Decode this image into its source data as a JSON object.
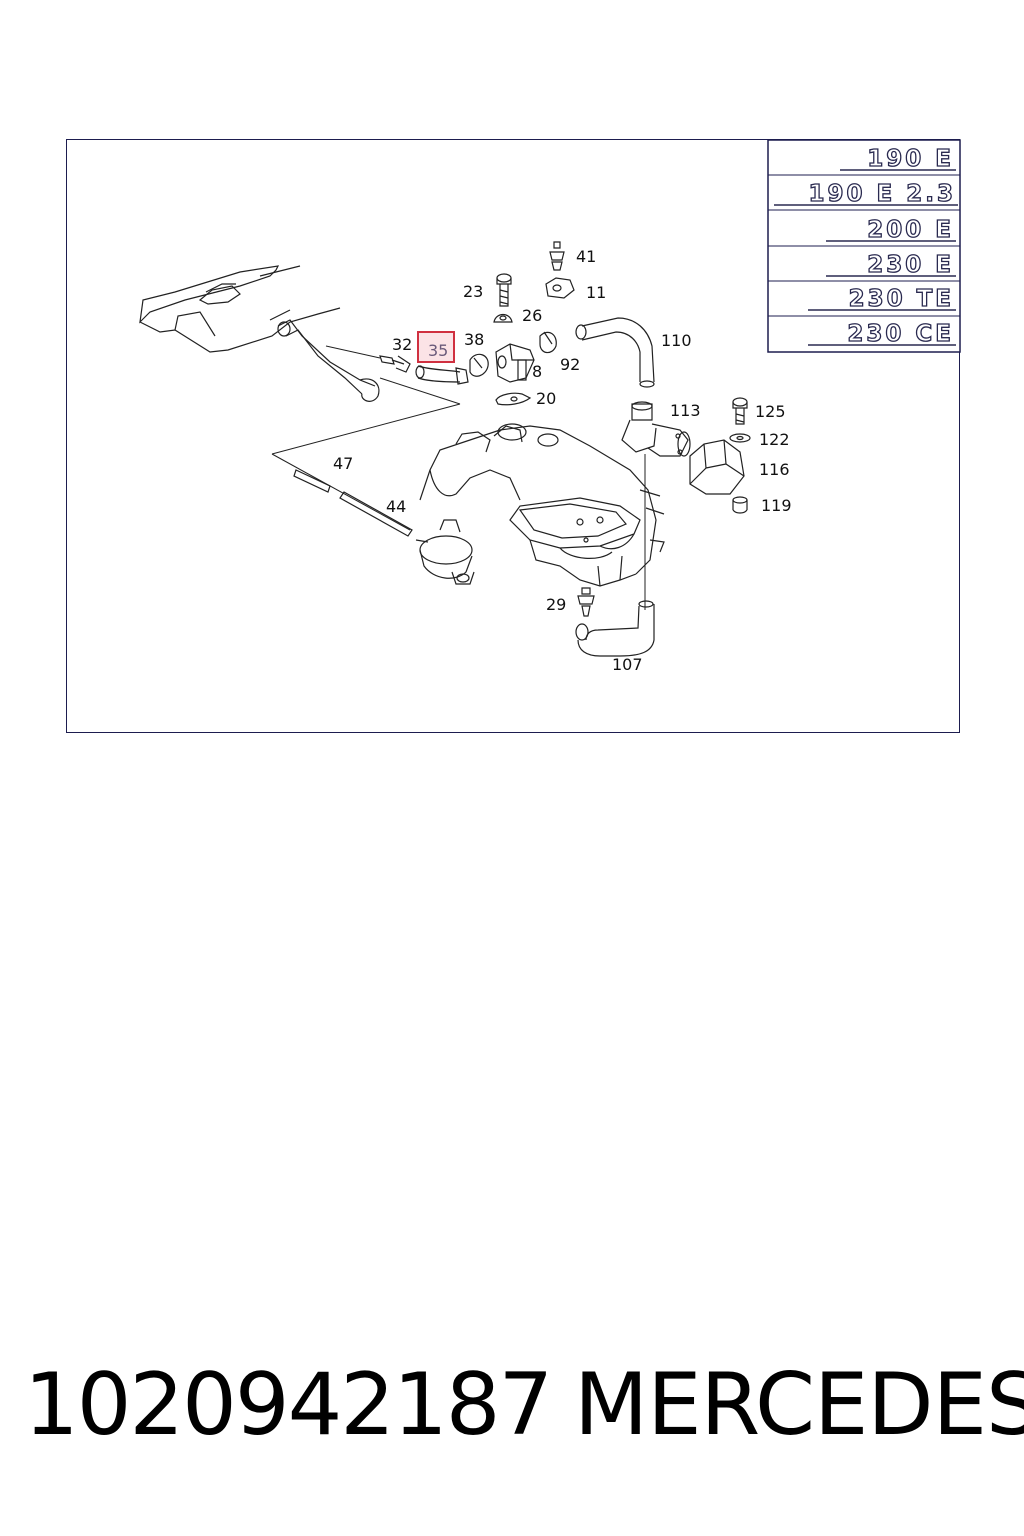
{
  "diagram": {
    "model_badges": [
      "190 E",
      "190 E 2.3",
      "200 E",
      "230 E",
      "230 TE",
      "230 CE"
    ],
    "callouts": {
      "c41": "41",
      "c23": "23",
      "c11": "11",
      "c26": "26",
      "c110": "110",
      "c32": "32",
      "c35": "35",
      "c38": "38",
      "c92": "92",
      "c8": "8",
      "c20": "20",
      "c113": "113",
      "c125": "125",
      "c122": "122",
      "c116": "116",
      "c47": "47",
      "c119": "119",
      "c44": "44",
      "c29": "29",
      "c107": "107"
    },
    "highlighted_callout": "35",
    "colors": {
      "frame": "#1d1d4f",
      "highlight_border": "#d03040",
      "highlight_fill": "#fbe3e6"
    }
  },
  "footer": {
    "part_number": "1020942187",
    "brand": "MERCEDES"
  }
}
